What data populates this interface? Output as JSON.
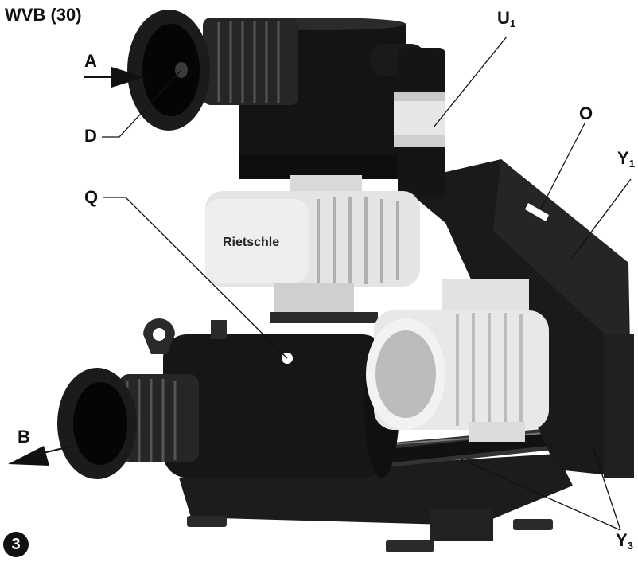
{
  "figure_title": "WVB (30)",
  "figure_number": "3",
  "brand_text": "Rietschle",
  "labels": {
    "A": {
      "main": "A",
      "sub": ""
    },
    "D": {
      "main": "D",
      "sub": ""
    },
    "U1": {
      "main": "U",
      "sub": "1"
    },
    "O": {
      "main": "O",
      "sub": ""
    },
    "Y1": {
      "main": "Y",
      "sub": "1"
    },
    "Q": {
      "main": "Q",
      "sub": ""
    },
    "B": {
      "main": "B",
      "sub": ""
    },
    "Y3": {
      "main": "Y",
      "sub": "3"
    }
  }
}
